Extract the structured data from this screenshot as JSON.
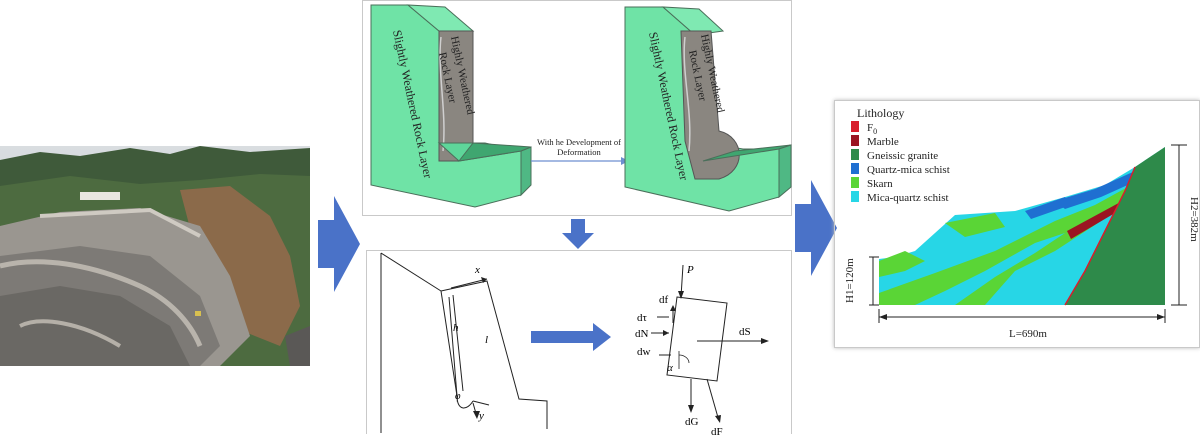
{
  "photo": {
    "description_icon": "quarry-slope-photo-icon"
  },
  "top_model": {
    "left_outer_label": "Slightly Weathered Rock Layer",
    "left_inner_label_1": "Highly Weathered",
    "left_inner_label_2": "Rock Layer",
    "arrow_label_1": "With he Development of",
    "arrow_label_2": "Deformation",
    "right_outer_label": "Slightly Weathered Rock Layer",
    "right_inner_label_1": "Highly Weathered",
    "right_inner_label_2": "Rock Layer"
  },
  "mechanics": {
    "x_label": "x",
    "y_label": "y",
    "h_label": "h",
    "l_label": "l",
    "phi_label": "φ",
    "P_label": "P",
    "df_label": "df",
    "dtau_label": "dτ",
    "dN_label": "dN",
    "dw_label": "dw",
    "alpha_label": "α",
    "dS_label": "dS",
    "dG_label": "dG",
    "dF_label": "dF"
  },
  "section": {
    "legend_title": "Lithology",
    "legend_items": [
      {
        "label": "F",
        "sub": "0",
        "color": "#d81e2c"
      },
      {
        "label": "Marble",
        "sub": "",
        "color": "#9b1522"
      },
      {
        "label": "Gneissic granite",
        "sub": "",
        "color": "#2e8a4a"
      },
      {
        "label": "Quartz-mica schist",
        "sub": "",
        "color": "#1f6fd1"
      },
      {
        "label": "Skarn",
        "sub": "",
        "color": "#5ad536"
      },
      {
        "label": "Mica-quartz schist",
        "sub": "",
        "color": "#27d6e6"
      }
    ],
    "h1_label": "H1=120m",
    "h2_label": "H2=382m",
    "l_label": "L=690m"
  },
  "colors": {
    "arrow_blue": "#4a72c8",
    "rock_green": "#6fe3a6",
    "rock_grey": "#8a8680"
  }
}
